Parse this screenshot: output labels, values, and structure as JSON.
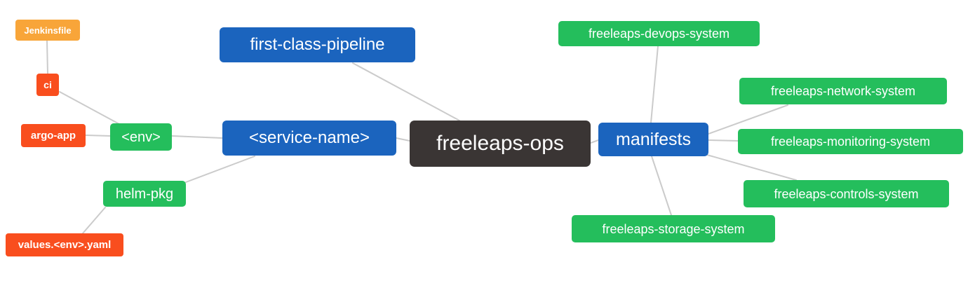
{
  "diagram": {
    "type": "mindmap",
    "root_label": "freeleaps-ops",
    "edge_color": "#cbcbcb",
    "colors": {
      "blue": "#1b64be",
      "green": "#24be5c",
      "red": "#f94e1e",
      "amber": "#f8a539",
      "dark": "#3a3534",
      "text": "#ffffff"
    }
  },
  "nodes": {
    "jenkinsfile": {
      "label": "Jenkinsfile"
    },
    "ci": {
      "label": "ci"
    },
    "argo_app": {
      "label": "argo-app"
    },
    "env": {
      "label": "<env>"
    },
    "helm_pkg": {
      "label": "helm-pkg"
    },
    "values_env_yaml": {
      "label": "values.<env>.yaml"
    },
    "first_class_pipeline": {
      "label": "first-class-pipeline"
    },
    "service_name": {
      "label": "<service-name>"
    },
    "freeleaps_ops": {
      "label": "freeleaps-ops"
    },
    "manifests": {
      "label": "manifests"
    },
    "devops_system": {
      "label": "freeleaps-devops-system"
    },
    "network_system": {
      "label": "freeleaps-network-system"
    },
    "monitoring_system": {
      "label": "freeleaps-monitoring-system"
    },
    "controls_system": {
      "label": "freeleaps-controls-system"
    },
    "storage_system": {
      "label": "freeleaps-storage-system"
    }
  }
}
